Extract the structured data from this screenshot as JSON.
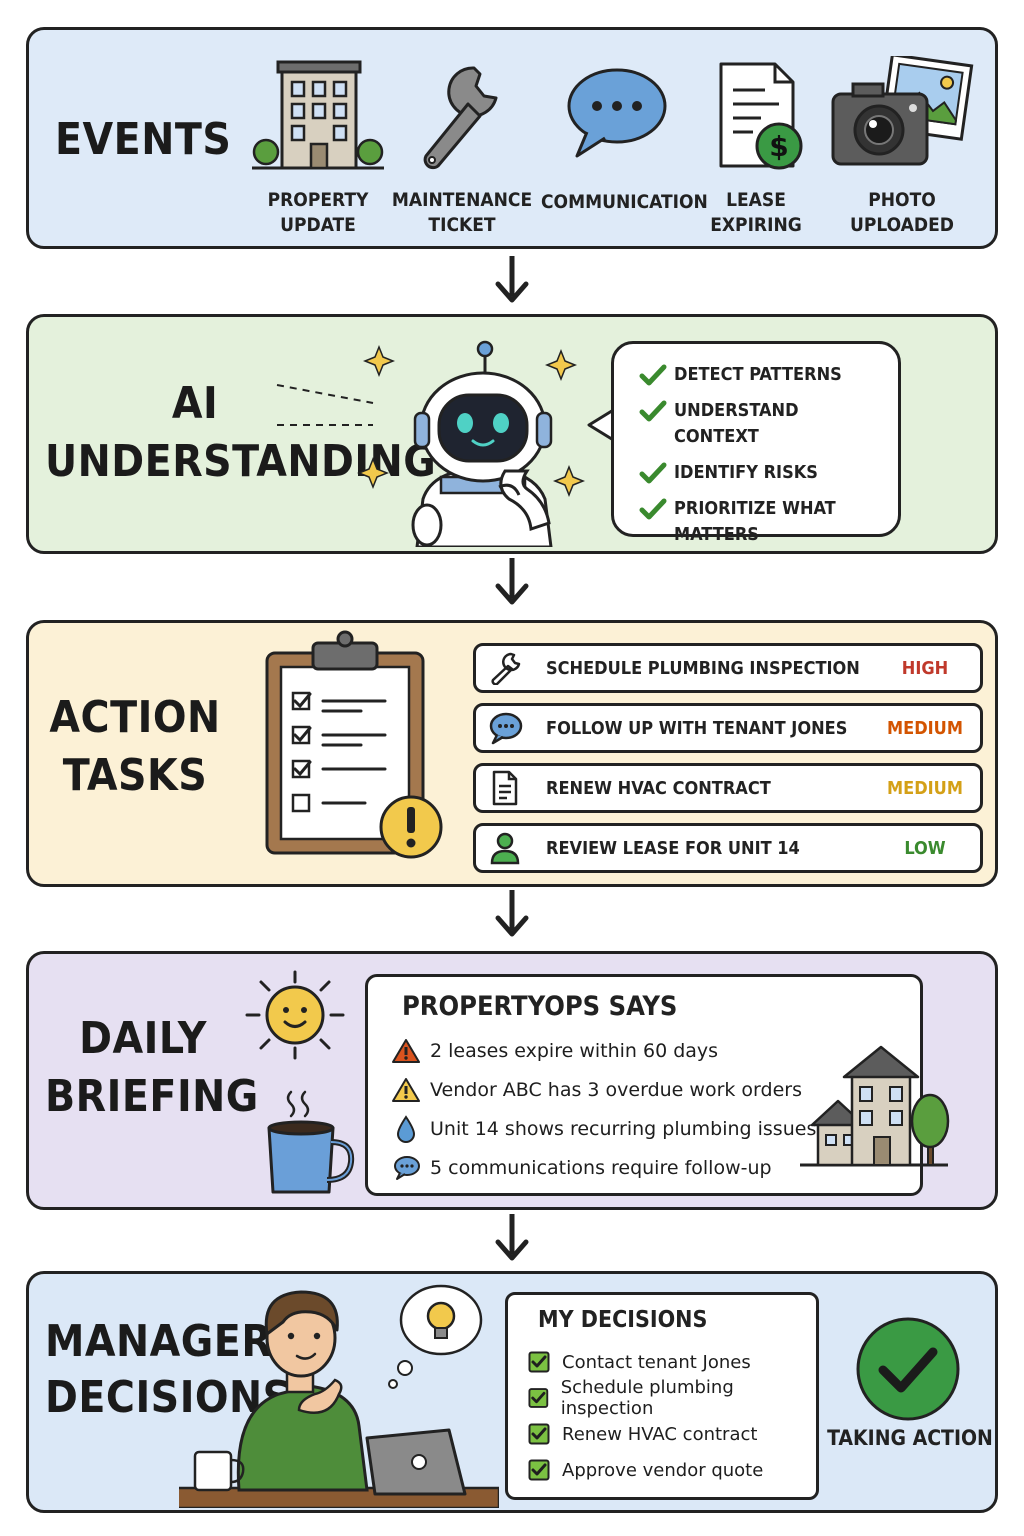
{
  "stages": {
    "events": {
      "title": [
        "EVENTS"
      ],
      "items": [
        {
          "label": [
            "PROPERTY",
            "UPDATE"
          ],
          "icon": "building-icon"
        },
        {
          "label": [
            "MAINTENANCE",
            "TICKET"
          ],
          "icon": "wrench-icon"
        },
        {
          "label": [
            "COMMUNICATION"
          ],
          "icon": "chat-bubble-icon"
        },
        {
          "label": [
            "LEASE",
            "EXPIRING"
          ],
          "icon": "lease-document-icon"
        },
        {
          "label": [
            "PHOTO",
            "UPLOADED"
          ],
          "icon": "camera-icon"
        }
      ]
    },
    "ai": {
      "title": [
        "AI",
        "UNDERSTANDING"
      ],
      "checks": [
        "DETECT PATTERNS",
        "UNDERSTAND CONTEXT",
        "IDENTIFY RISKS",
        "PRIORITIZE WHAT MATTERS"
      ]
    },
    "tasks": {
      "title": [
        "ACTION",
        "TASKS"
      ],
      "items": [
        {
          "name": "SCHEDULE PLUMBING INSPECTION",
          "priority": "HIGH",
          "priority_color": "#c0392b",
          "icon": "wrench-icon"
        },
        {
          "name": "FOLLOW UP WITH TENANT JONES",
          "priority": "MEDIUM",
          "priority_color": "#d35400",
          "icon": "chat-bubble-icon"
        },
        {
          "name": "RENEW HVAC CONTRACT",
          "priority": "MEDIUM",
          "priority_color": "#d4a017",
          "icon": "document-icon"
        },
        {
          "name": "REVIEW LEASE FOR UNIT 14",
          "priority": "LOW",
          "priority_color": "#3a8a2e",
          "icon": "person-icon"
        }
      ]
    },
    "briefing": {
      "title": [
        "DAILY",
        "BRIEFING"
      ],
      "card_title": "PROPERTYOPS SAYS",
      "items": [
        {
          "text": "2 leases expire within 60 days",
          "icon": "warning-red-icon"
        },
        {
          "text": "Vendor ABC has 3 overdue work orders",
          "icon": "warning-yellow-icon"
        },
        {
          "text": "Unit 14 shows recurring plumbing issues",
          "icon": "water-drop-icon"
        },
        {
          "text": "5 communications require follow-up",
          "icon": "chat-bubble-icon"
        }
      ]
    },
    "manager": {
      "title": [
        "MANAGER",
        "DECISIONS"
      ],
      "card_title": "MY DECISIONS",
      "items": [
        "Contact tenant Jones",
        "Schedule plumbing inspection",
        "Renew HVAC contract",
        "Approve vendor quote"
      ],
      "action_label": "TAKING ACTION"
    }
  },
  "colors": {
    "events_bg": "#deeaf8",
    "ai_bg": "#e4f1dc",
    "tasks_bg": "#fcf1d6",
    "briefing_bg": "#e6e0f2",
    "manager_bg": "#dbe8f7",
    "check_green": "#3a8a2e"
  }
}
